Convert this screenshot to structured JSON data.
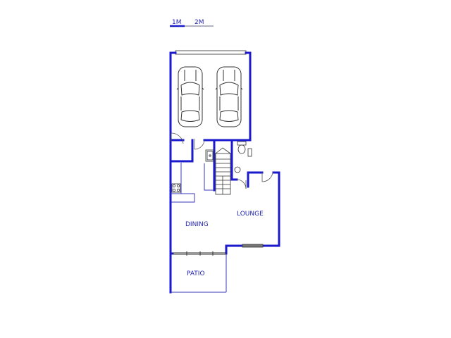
{
  "scale": {
    "label_1": "1M",
    "label_2": "2M"
  },
  "rooms": {
    "dining": "DINING",
    "lounge": "LOUNGE",
    "patio": "PATIO"
  },
  "colors": {
    "wall": "#1a1acc",
    "thin": "#3a3ab8",
    "car": "#333333",
    "text": "#1f1fb4"
  },
  "icons": [
    "car-icon",
    "car-icon",
    "stove-icon",
    "sink-icon",
    "toilet-icon",
    "basin-icon"
  ]
}
